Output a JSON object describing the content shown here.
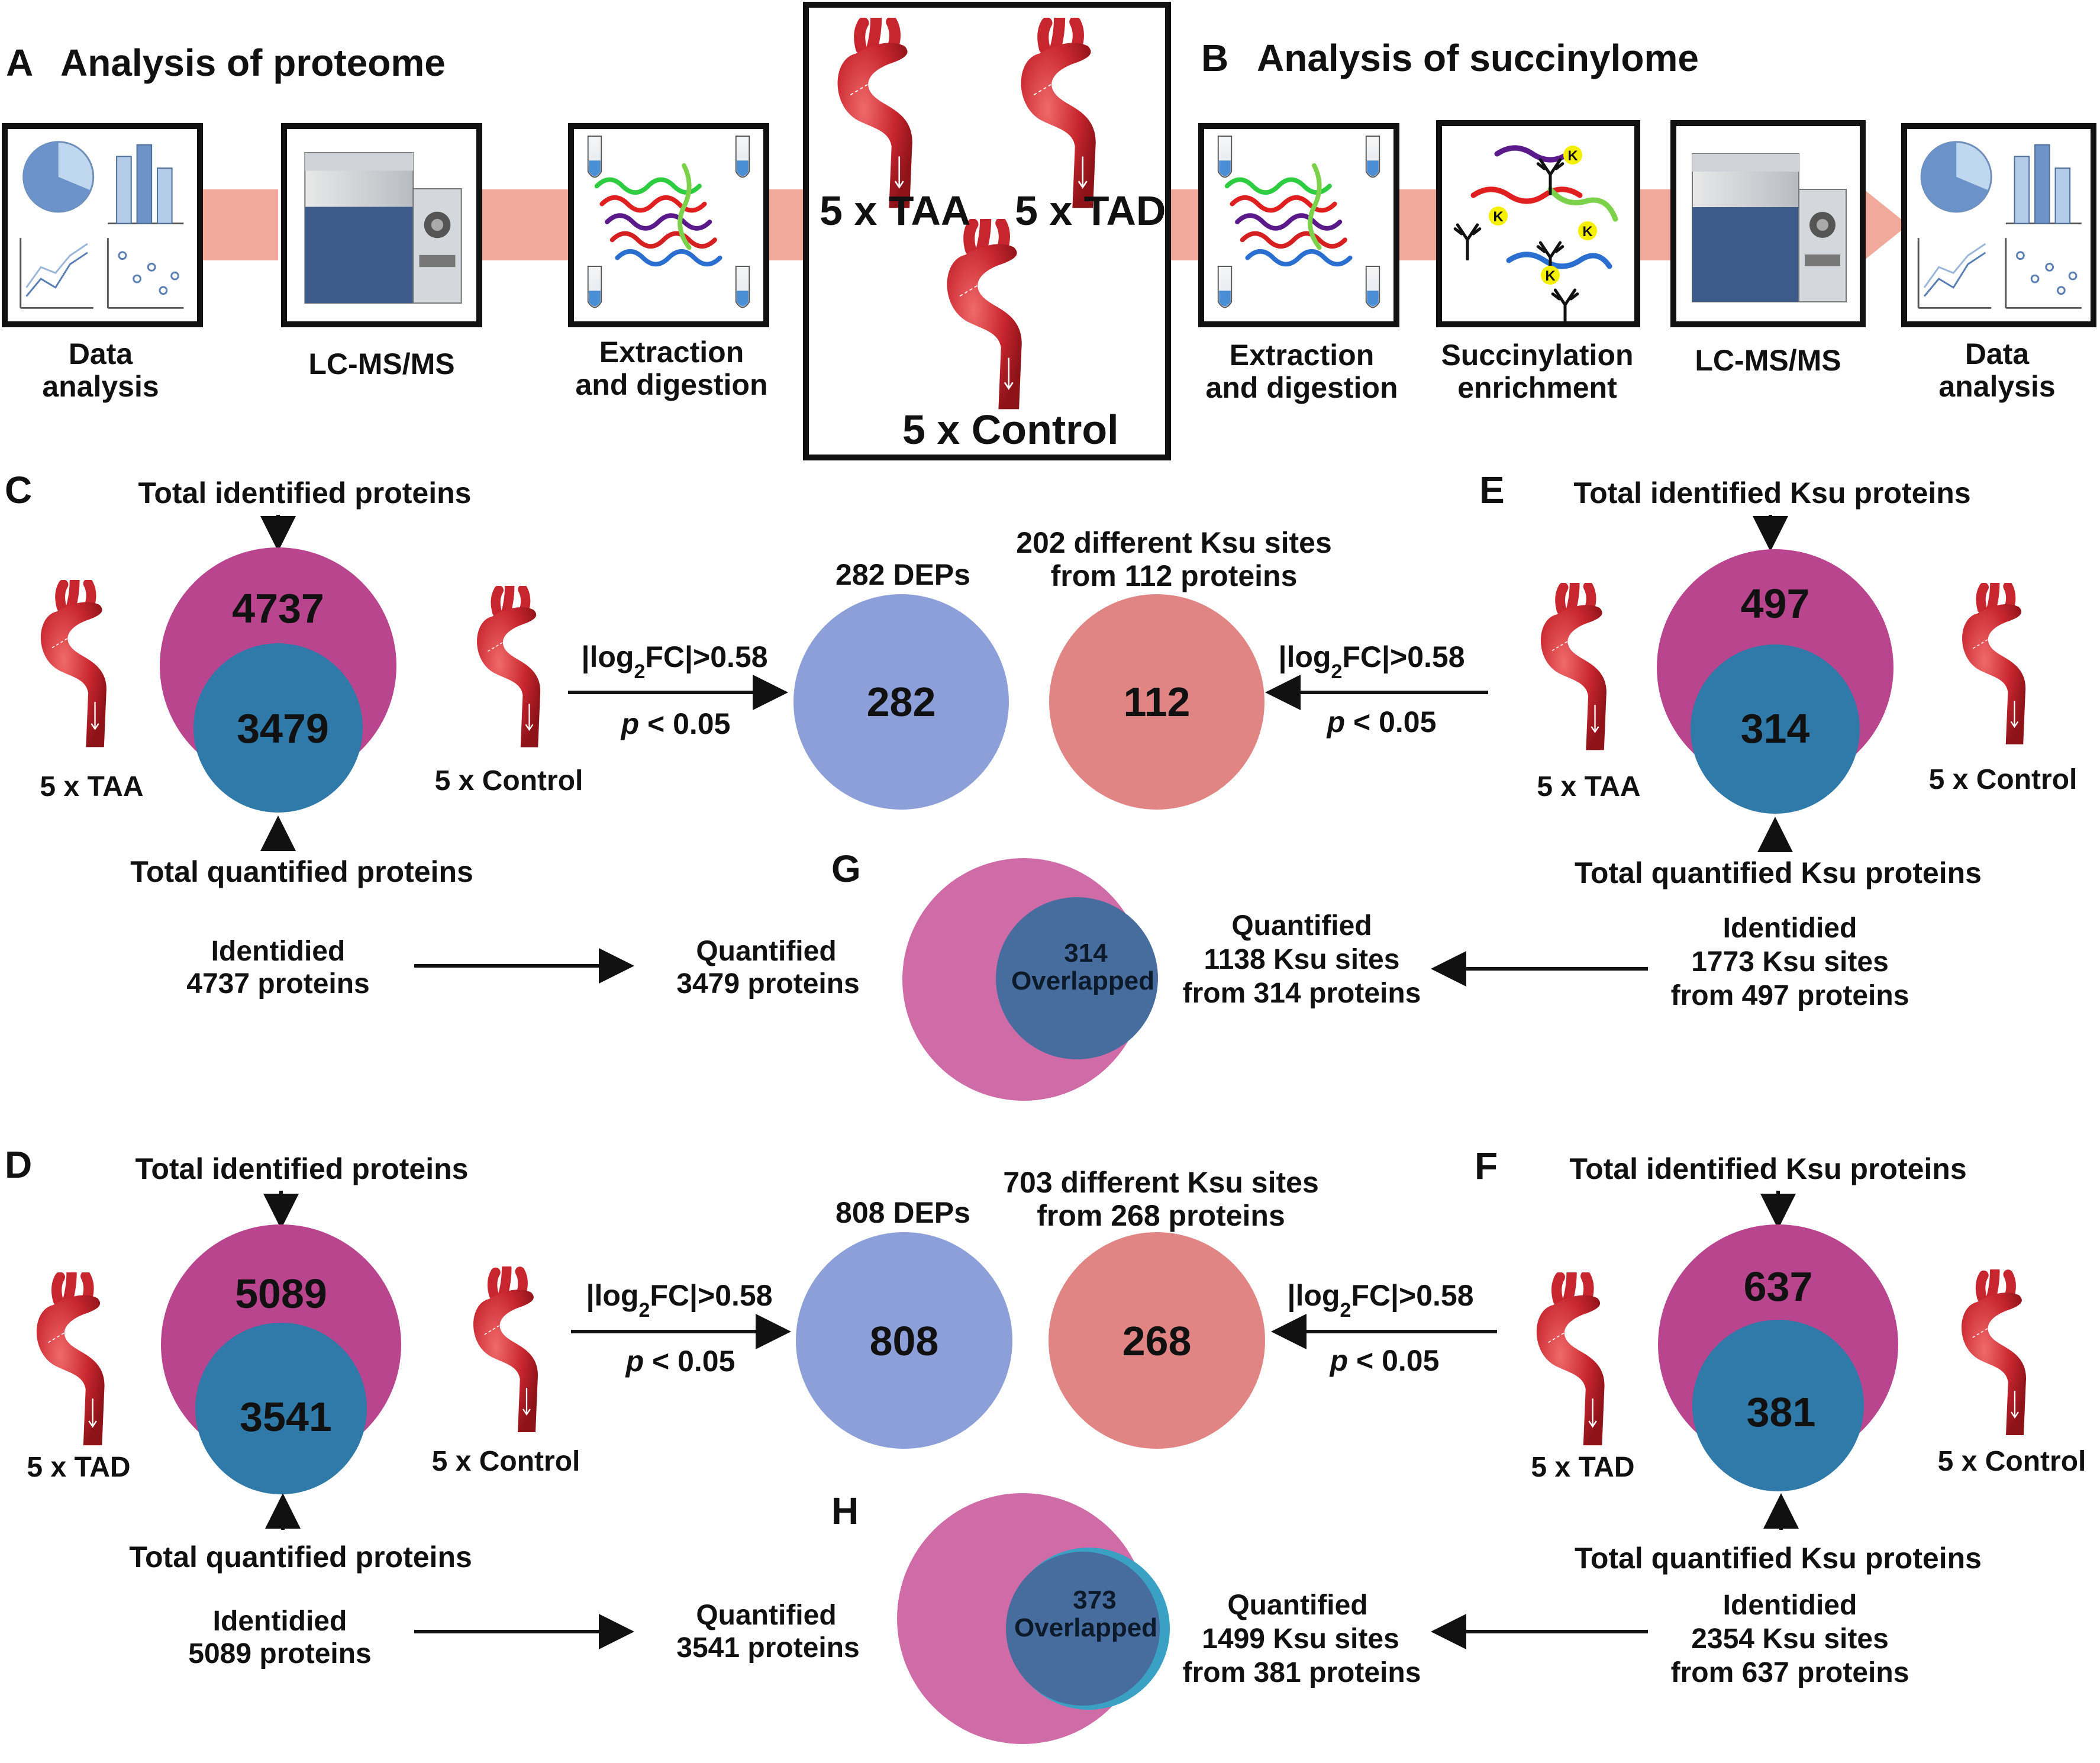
{
  "header": {
    "panel_a": "A",
    "title_a": "Analysis of proteome",
    "panel_b": "B",
    "title_b": "Analysis of succinylome"
  },
  "workflow_a": {
    "data_analysis": [
      "Data",
      "analysis"
    ],
    "lcms": "LC-MS/MS",
    "extraction": [
      "Extraction",
      "and digestion"
    ]
  },
  "samples": {
    "taa": "5 x TAA",
    "tad": "5 x TAD",
    "control": "5 x Control"
  },
  "workflow_b": {
    "extraction": [
      "Extraction",
      "and digestion"
    ],
    "enrichment": [
      "Succinylation",
      "enrichment"
    ],
    "lcms": "LC-MS/MS",
    "data_analysis": [
      "Data",
      "analysis"
    ],
    "k_label": "K"
  },
  "panel_c": {
    "letter": "C",
    "top_label": "Total identified proteins",
    "bottom_label": "Total quantified proteins",
    "outer_value": "4737",
    "inner_value": "3479",
    "left_sample": "5 x TAA",
    "right_sample": "5 x Control"
  },
  "panel_e": {
    "letter": "E",
    "top_label": "Total identified Ksu proteins",
    "bottom_label": "Total quantified Ksu proteins",
    "outer_value": "497",
    "inner_value": "314",
    "left_sample": "5 x TAA",
    "right_sample": "5 x Control"
  },
  "middle_top": {
    "criteria_fc": "|log2FC|>0.58",
    "criteria_p": "p < 0.05",
    "dep_caption": "282 DEPs",
    "dep_value": "282",
    "ksu_caption": [
      "202 different Ksu sites",
      "from 112 proteins"
    ],
    "ksu_value": "112"
  },
  "panel_g": {
    "letter": "G",
    "left_caption": [
      "Identidied",
      "4737 proteins"
    ],
    "quant_caption": [
      "Quantified",
      "3479 proteins"
    ],
    "overlap_value": "314",
    "overlap_label": "Overlapped",
    "ksu_quant_caption": [
      "Quantified",
      "1138 Ksu sites",
      "from 314 proteins"
    ],
    "ksu_ident_caption": [
      "Identidied",
      "1773 Ksu sites",
      "from 497 proteins"
    ]
  },
  "panel_d": {
    "letter": "D",
    "top_label": "Total identified proteins",
    "bottom_label": "Total quantified proteins",
    "outer_value": "5089",
    "inner_value": "3541",
    "left_sample": "5 x TAD",
    "right_sample": "5 x Control"
  },
  "panel_f": {
    "letter": "F",
    "top_label": "Total identified Ksu proteins",
    "bottom_label": "Total quantified Ksu proteins",
    "outer_value": "637",
    "inner_value": "381",
    "left_sample": "5 x TAD",
    "right_sample": "5 x Control"
  },
  "middle_bottom": {
    "criteria_fc": "|log2FC|>0.58",
    "criteria_p": "p < 0.05",
    "dep_caption": "808 DEPs",
    "dep_value": "808",
    "ksu_caption": [
      "703 different Ksu sites",
      "from 268 proteins"
    ],
    "ksu_value": "268"
  },
  "panel_h": {
    "letter": "H",
    "left_caption": [
      "Identidied",
      "5089 proteins"
    ],
    "quant_caption": [
      "Quantified",
      "3541 proteins"
    ],
    "overlap_value": "373",
    "overlap_label": "Overlapped",
    "ksu_quant_caption": [
      "Quantified",
      "1499 Ksu sites",
      "from 381 proteins"
    ],
    "ksu_ident_caption": [
      "Identidied",
      "2354 Ksu sites",
      "from 637 proteins"
    ]
  },
  "colors": {
    "magenta": "#b8458e",
    "teal": "#2f7aa8",
    "blue_circle": "#8c9fd8",
    "salmon_circle": "#e08583",
    "pink_overlap": "#cf6ba6",
    "navy_overlap": "#476d9f",
    "arrow_band": "#f0a99a",
    "aorta": "#c8262f"
  }
}
